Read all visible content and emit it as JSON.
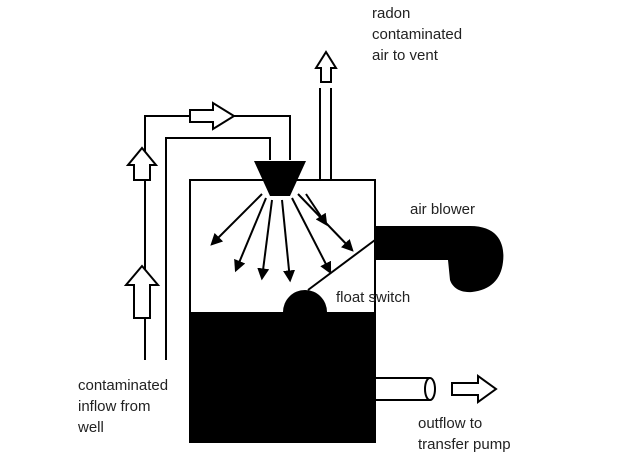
{
  "labels": {
    "radon_vent": [
      "radon",
      "contaminated",
      "air to vent"
    ],
    "air_blower": "air blower",
    "float_switch": "float switch",
    "inflow": [
      "contaminated",
      "inflow from",
      "well"
    ],
    "outflow": [
      "outflow to",
      "transfer pump"
    ]
  },
  "colors": {
    "ink": "#000000",
    "text": "#222222",
    "background": "#ffffff"
  },
  "icons": [
    "up-arrow-icon",
    "right-arrow-icon",
    "spray-nozzle-icon",
    "spray-arrow-icon"
  ]
}
